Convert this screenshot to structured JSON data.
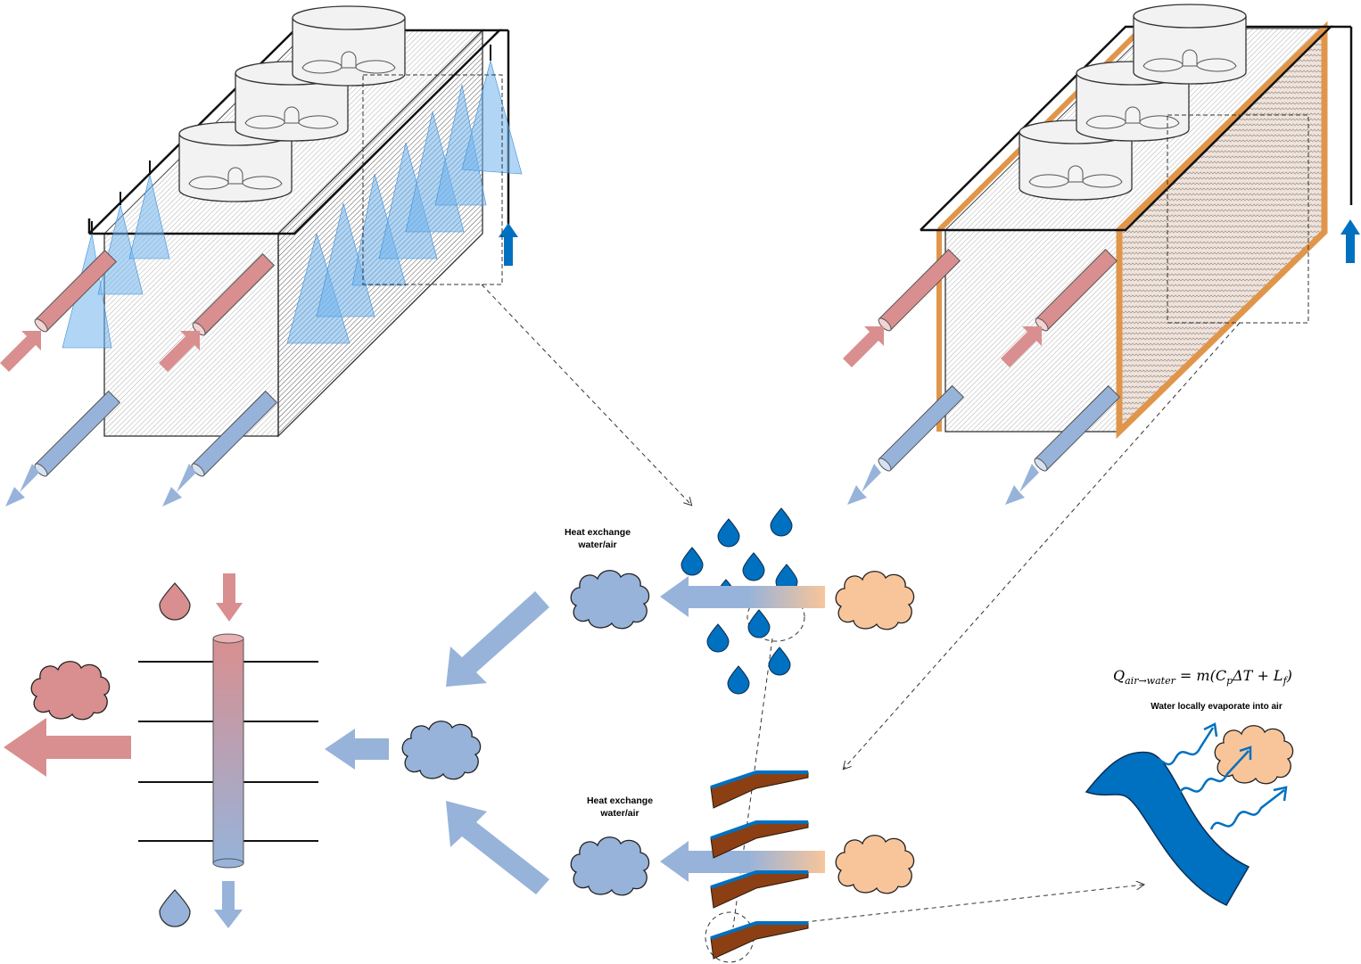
{
  "labels": {
    "heat_exchange_1": {
      "line1": "Heat exchange",
      "line2": "water/air"
    },
    "heat_exchange_2": {
      "line1": "Heat exchange",
      "line2": "water/air"
    },
    "evaporation": "Water locally evaporate into air"
  },
  "formula": {
    "q": "Q",
    "q_sub": "air→water",
    "equals": " = m(C",
    "cp_sub": "p",
    "middle": "ΔT + L",
    "lf_sub": "f",
    "close": ")"
  },
  "colors": {
    "hot_water": "#d98f8f",
    "cold_water": "#97b3da",
    "water_blue": "#0070c0",
    "spray_blue": "#9fd0f5",
    "warm_air": "#f8c59a",
    "pad_frame": "#e0964a",
    "pad_brown": "#8b3f12",
    "outline": "#222222"
  }
}
